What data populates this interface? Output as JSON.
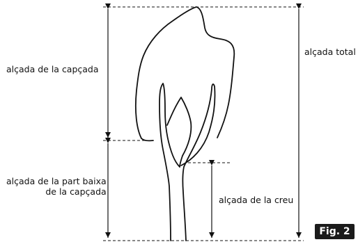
{
  "labels": {
    "crown_height": "alçada de la capçada",
    "total_height": "alçada total",
    "lower_crown_height_line1": "alçada de la part baixa",
    "lower_crown_height_line2": "de la capçada",
    "fork_height": "alçada de la creu"
  },
  "badge": "Fig. 2"
}
